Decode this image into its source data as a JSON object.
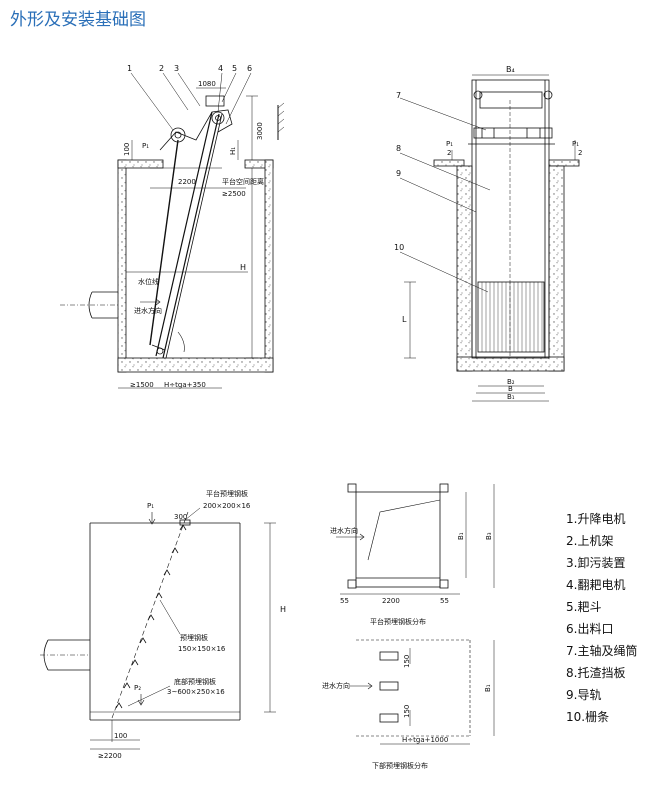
{
  "title": "外形及安装基础图",
  "side_view": {
    "callouts": [
      "1",
      "2",
      "3",
      "4",
      "5",
      "6"
    ],
    "dim_1080": "1080",
    "dim_3000": "3000",
    "dim_100": "100",
    "p1": "P₁",
    "h1": "H₁",
    "dim_2200": "2200",
    "platform_spacing": "平台空间距离",
    "min_2500": "≥2500",
    "dim_H": "H",
    "water_line": "水位线",
    "inflow": "进水方向",
    "min_1500": "≥1500",
    "htga": "H÷tga+350"
  },
  "front_view": {
    "b4": "B₄",
    "callouts": [
      "7",
      "8",
      "9",
      "10"
    ],
    "p1": "P₁",
    "two_left": "2",
    "p1_right": "P₁",
    "two_right": "2",
    "dim_L": "L",
    "b2": "B₂",
    "b": "B",
    "b1": "B₁"
  },
  "embed_view": {
    "p1": "P₁",
    "platform_plate": "平台预埋钢板",
    "platform_plate_size": "200×200×16",
    "dim_300": "300",
    "dim_H": "H",
    "embed_plate": "预埋钢板",
    "embed_plate_size": "150×150×16",
    "p2": "P₂",
    "bottom_plate": "底部预埋钢板",
    "bottom_plate_size": "3~600×250×16",
    "dim_100": "100",
    "min_2200": "≥2200"
  },
  "platform_plan": {
    "inflow": "进水方向",
    "b1": "B₁",
    "b3": "B₃",
    "dim_55_left": "55",
    "dim_2200": "2200",
    "dim_55_right": "55",
    "caption": "平台预埋钢板分布"
  },
  "bottom_plan": {
    "inflow": "进水方向",
    "dim_150_top": "150",
    "dim_150_bottom": "150",
    "b1": "B₁",
    "htga": "H÷tga+1000",
    "caption": "下部预埋钢板分布"
  },
  "legend": [
    "1.升降电机",
    "2.上机架",
    "3.卸污装置",
    "4.翻耙电机",
    "5.耙斗",
    "6.出料口",
    "7.主轴及绳筒",
    "8.托渣挡板",
    "9.导轨",
    "10.栅条"
  ]
}
